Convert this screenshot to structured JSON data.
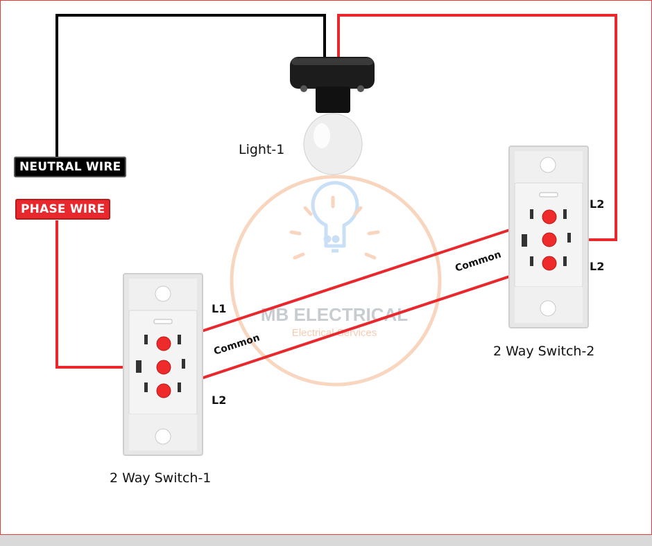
{
  "labels": {
    "neutral_wire": "NEUTRAL WIRE",
    "phase_wire": "PHASE WIRE",
    "light": "Light-1",
    "switch1": "2 Way Switch-1",
    "switch2": "2 Way Switch-2",
    "sw1_l1": "L1",
    "sw1_l2": "L2",
    "sw2_l2_top": "L2",
    "sw2_l2_bottom": "L2",
    "common_left": "Common",
    "common_right": "Common"
  },
  "watermark": {
    "title": "MB ELECTRICAL",
    "subtitle": "Electrical Services"
  },
  "colors": {
    "phase": "#e8282d",
    "neutral": "#000000",
    "frame": "#e63b3b",
    "watermark": "#f3a070",
    "terminal": "#ee2a2a"
  }
}
